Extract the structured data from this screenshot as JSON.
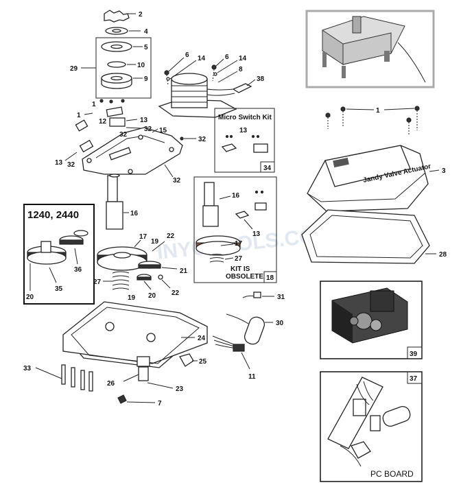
{
  "callouts": {
    "c2": "2",
    "c4": "4",
    "c5": "5",
    "c10": "10",
    "c9": "9",
    "c29": "29",
    "c6a": "6",
    "c14a": "14",
    "c6b": "6",
    "c14b": "14",
    "c8": "8",
    "c38": "38",
    "c1a": "1",
    "c1b": "1",
    "c12": "12",
    "c13a": "13",
    "c32a": "32",
    "c32b": "32",
    "c15": "15",
    "c32c": "32",
    "c13b": "13",
    "c32d": "32",
    "c32e": "32",
    "c16a": "16",
    "c17a": "17",
    "c19a": "19",
    "c22a": "22",
    "c21": "21",
    "c27a": "27",
    "c19b": "19",
    "c20a": "20",
    "c22b": "22",
    "c1c": "1",
    "c3": "3",
    "c28": "28",
    "c16b": "16",
    "c13c": "13",
    "c17b": "17",
    "c27b": "27",
    "c31": "31",
    "c30": "30",
    "c24": "24",
    "c33": "33",
    "c25": "25",
    "c26": "26",
    "c23": "23",
    "c7": "7",
    "c11": "11",
    "c13d": "13",
    "c36": "36",
    "c35": "35",
    "c20b": "20"
  },
  "boxes": {
    "model_label": "1240, 2440",
    "microswitch_title": "Micro Switch Kit",
    "microswitch_num": "34",
    "kit_label_1": "KIT IS",
    "kit_label_2": "OBSOLETE",
    "kit_num": "18",
    "gearbox_num": "39",
    "pcboard_num": "37",
    "pcboard_label": "PC BOARD",
    "housing_brand": "Jandy Valve Actuator"
  },
  "watermark": "INYOPOOLS.COM"
}
